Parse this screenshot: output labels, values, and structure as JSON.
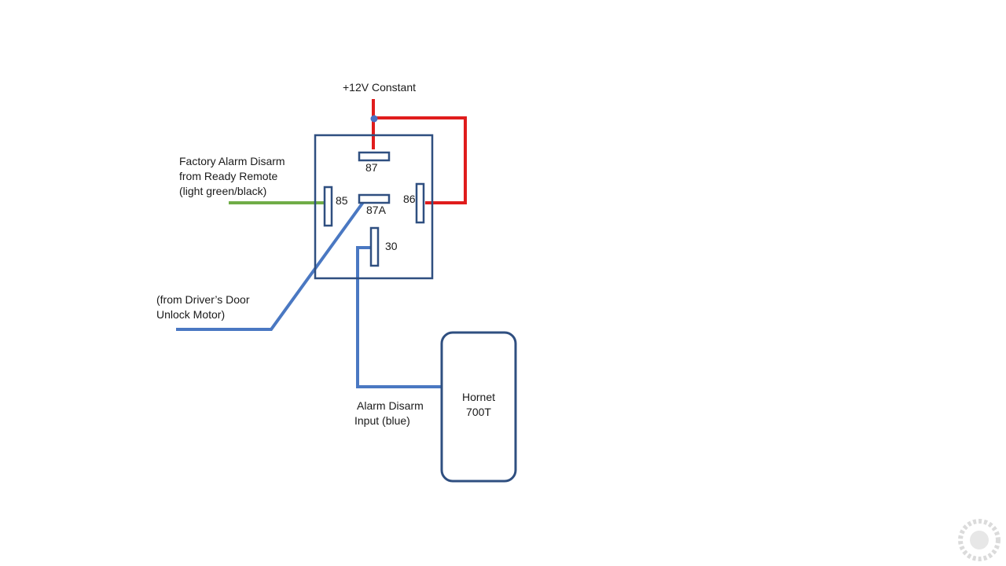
{
  "colors": {
    "relay_outline": "#2f4f80",
    "red_wire": "#e01c1c",
    "green_wire": "#70ad47",
    "blue_wire": "#4a78c2",
    "junction": "#4a6fc2"
  },
  "labels": {
    "power": "+12V Constant",
    "factory_alarm": {
      "line1": "Factory Alarm Disarm",
      "line2": "from Ready Remote",
      "line3": "(light green/black)"
    },
    "driver_door": {
      "line1": "(from Driver’s Door",
      "line2": "Unlock Motor)"
    },
    "alarm_input": {
      "line1": "Alarm Disarm",
      "line2": "Input (blue)"
    }
  },
  "relay": {
    "pins": {
      "p87": "87",
      "p87a": "87A",
      "p85": "85",
      "p86": "86",
      "p30": "30"
    }
  },
  "module": {
    "line1": "Hornet",
    "line2": "700T"
  }
}
